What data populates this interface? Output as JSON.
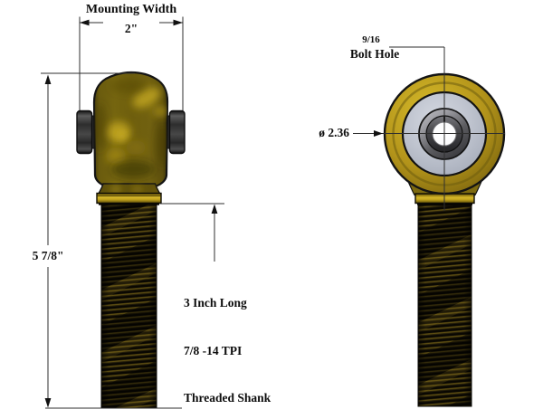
{
  "drawing_title": "rod end (heim joint) two-view technical drawing",
  "colors": {
    "background": "#ffffff",
    "dimension_line": "#2f2f2f",
    "text": "#0d0d0d",
    "gold_base": "#6e5e0d",
    "gold_bright": "#d7b82a",
    "bushing_gray": "#3a3a3a",
    "ball_liner": "#bfc4cf",
    "thread_dark": "#1c1707"
  },
  "side_view": {
    "name": "side view with mounting width, overall length and shank callouts",
    "dimensions": {
      "mounting_width": {
        "label": "Mounting Width",
        "value": "2\""
      },
      "overall_length": {
        "value": "5 7/8\""
      },
      "shank_note": {
        "line1": "3 Inch Long",
        "line2": "7/8 -14 TPI",
        "line3": "Threaded Shank"
      }
    }
  },
  "front_view": {
    "name": "front view of bearing eye",
    "dimensions": {
      "bolt_hole": {
        "size": "9/16",
        "label": "Bolt Hole"
      },
      "head_diameter": {
        "value": "ø 2.36"
      }
    }
  }
}
